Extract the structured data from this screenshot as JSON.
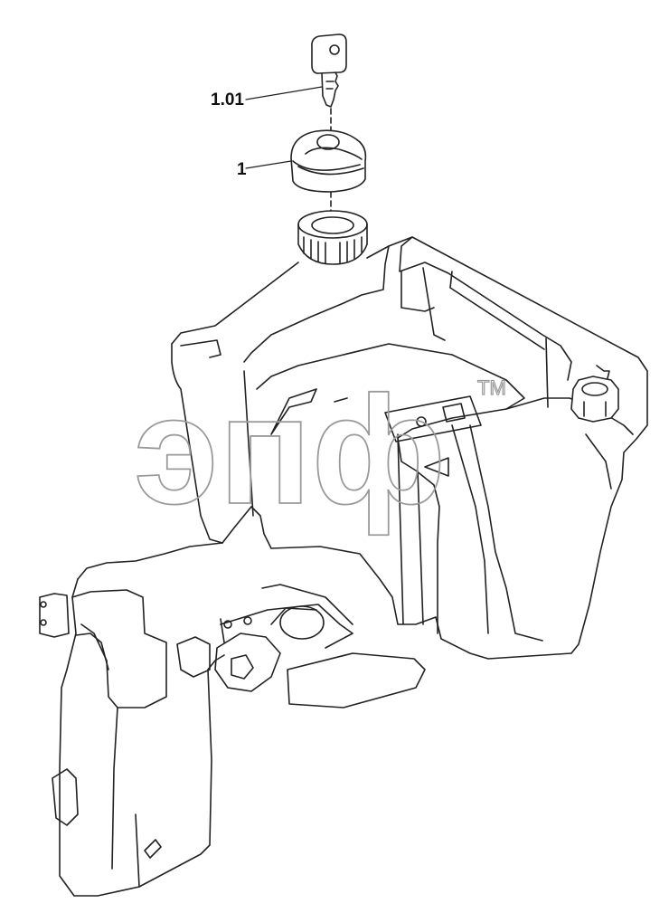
{
  "callouts": {
    "key": "1.01",
    "cap": "1"
  },
  "watermark": {
    "logo_text": "эпф",
    "trademark": "TM"
  },
  "parts": [
    {
      "id": "1.01",
      "name": "key-icon"
    },
    {
      "id": "1",
      "name": "filler-cap-icon"
    }
  ],
  "colors": {
    "line": "#222222",
    "watermark": "#9a9a9a",
    "background": "#ffffff"
  }
}
